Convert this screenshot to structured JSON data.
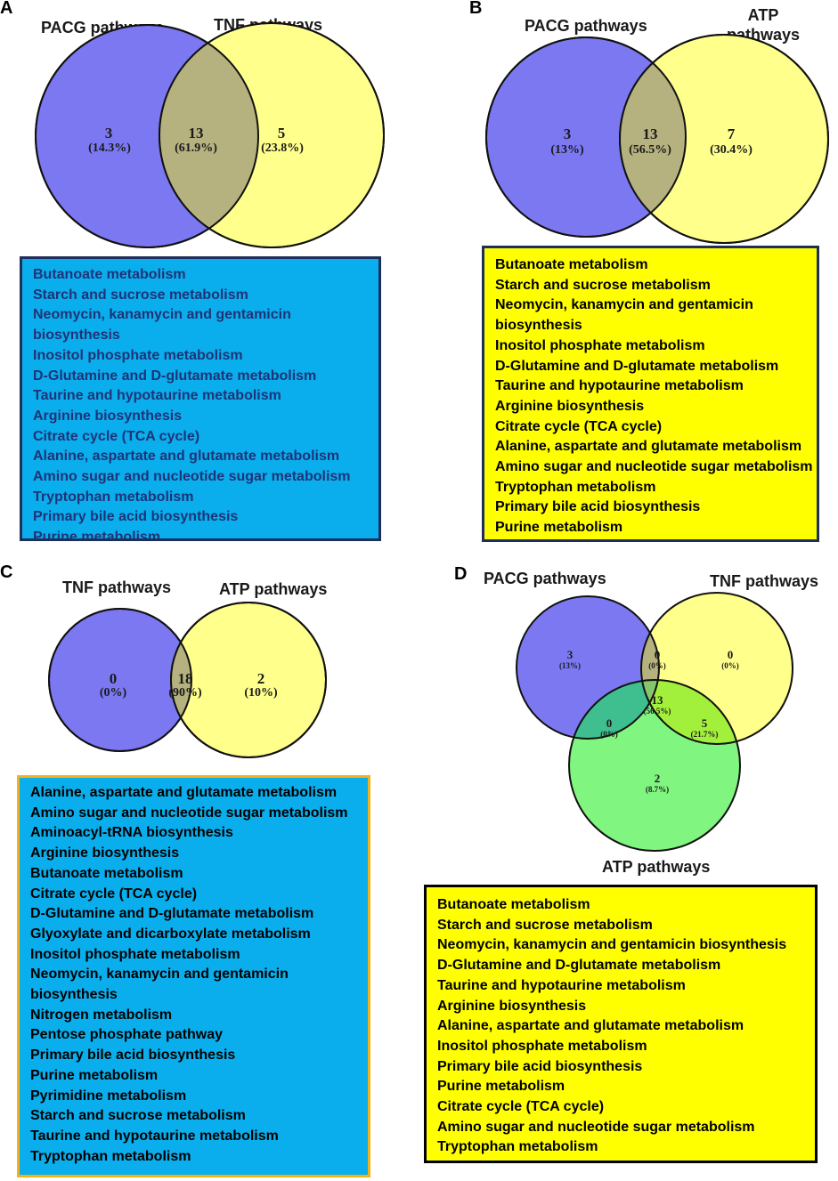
{
  "panels": {
    "a": {
      "letter": "A",
      "labels": [
        "PACG pathways",
        "TNF pathways"
      ],
      "regions": [
        {
          "count": "3",
          "pct": "(14.3%)"
        },
        {
          "count": "13",
          "pct": "(61.9%)"
        },
        {
          "count": "5",
          "pct": "(23.8%)"
        }
      ],
      "list": [
        "Butanoate metabolism",
        "Starch and sucrose metabolism",
        "Neomycin, kanamycin and gentamicin",
        "biosynthesis",
        "Inositol phosphate metabolism",
        "D-Glutamine and D-glutamate metabolism",
        "Taurine and hypotaurine metabolism",
        "Arginine biosynthesis",
        "Citrate cycle (TCA cycle)",
        "Alanine, aspartate and glutamate metabolism",
        "Amino sugar and nucleotide sugar metabolism",
        "Tryptophan metabolism",
        "Primary bile acid biosynthesis",
        "Purine metabolism"
      ]
    },
    "b": {
      "letter": "B",
      "labels": [
        "PACG pathways",
        "ATP",
        "pathways"
      ],
      "regions": [
        {
          "count": "3",
          "pct": "(13%)"
        },
        {
          "count": "13",
          "pct": "(56.5%)"
        },
        {
          "count": "7",
          "pct": "(30.4%)"
        }
      ],
      "list": [
        "Butanoate metabolism",
        "Starch and sucrose metabolism",
        "Neomycin, kanamycin and gentamicin",
        "biosynthesis",
        "Inositol phosphate metabolism",
        "D-Glutamine and D-glutamate metabolism",
        "Taurine and hypotaurine metabolism",
        "Arginine biosynthesis",
        "Citrate cycle (TCA cycle)",
        "Alanine, aspartate and glutamate metabolism",
        "Amino sugar and nucleotide sugar metabolism",
        "Tryptophan metabolism",
        "Primary bile acid biosynthesis",
        "Purine metabolism"
      ]
    },
    "c": {
      "letter": "C",
      "labels": [
        "TNF pathways",
        "ATP pathways"
      ],
      "regions": [
        {
          "count": "0",
          "pct": "(0%)"
        },
        {
          "count": "18",
          "pct": "(90%)"
        },
        {
          "count": "2",
          "pct": "(10%)"
        }
      ],
      "list": [
        "Alanine, aspartate and glutamate metabolism",
        "Amino sugar and nucleotide sugar metabolism",
        "Aminoacyl-tRNA biosynthesis",
        "Arginine biosynthesis",
        "Butanoate metabolism",
        "Citrate cycle (TCA cycle)",
        "D-Glutamine and D-glutamate metabolism",
        "Glyoxylate and dicarboxylate metabolism",
        "Inositol phosphate metabolism",
        "Neomycin, kanamycin and gentamicin",
        "biosynthesis",
        "Nitrogen metabolism",
        "Pentose phosphate pathway",
        "Primary bile acid biosynthesis",
        "Purine metabolism",
        "Pyrimidine metabolism",
        "Starch and sucrose metabolism",
        "Taurine and hypotaurine metabolism",
        "Tryptophan metabolism"
      ]
    },
    "d": {
      "letter": "D",
      "labels": [
        "PACG pathways",
        "TNF pathways",
        "ATP pathways"
      ],
      "regions": [
        {
          "count": "3",
          "pct": "(13%)"
        },
        {
          "count": "0",
          "pct": "(0%)"
        },
        {
          "count": "0",
          "pct": "(0%)"
        },
        {
          "count": "13",
          "pct": "(56.5%)"
        },
        {
          "count": "0",
          "pct": "(0%)"
        },
        {
          "count": "5",
          "pct": "(21.7%)"
        },
        {
          "count": "2",
          "pct": "(8.7%)"
        }
      ],
      "list": [
        "Butanoate metabolism",
        "Starch and sucrose metabolism",
        "Neomycin, kanamycin and gentamicin biosynthesis",
        "D-Glutamine and D-glutamate metabolism",
        "Taurine and hypotaurine metabolism",
        "Arginine biosynthesis",
        "Alanine, aspartate and glutamate metabolism",
        "Inositol phosphate metabolism",
        "Primary bile acid biosynthesis",
        "Purine metabolism",
        "Citrate cycle (TCA cycle)",
        "Amino sugar and nucleotide sugar metabolism",
        "Tryptophan metabolism"
      ]
    }
  },
  "colors": {
    "set_blue": "#7b78f2",
    "set_yellow": "#ffff8c",
    "overlap_olive": "#b5b27f",
    "set_green": "#80f580",
    "overlap_teal": "#3fbf8f",
    "overlap_lime": "#a3f03c"
  }
}
